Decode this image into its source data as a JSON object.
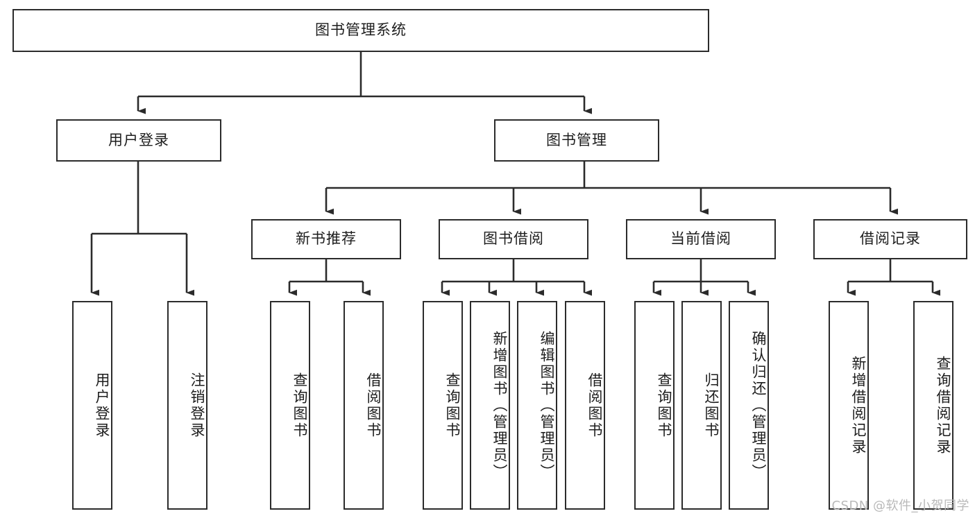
{
  "diagram": {
    "title": "图书管理系统",
    "watermark": "CSDN @软件_小贺同学",
    "colors": {
      "box_border": "#2b2b2b",
      "box_fill": "#ffffff",
      "text": "#1d1d1d",
      "connector": "#2b2b2b",
      "background": "#ffffff",
      "watermark": "#b9b9b9"
    },
    "levels": {
      "root": {
        "label": "图书管理系统"
      },
      "level2": [
        {
          "label": "用户登录"
        },
        {
          "label": "图书管理"
        }
      ],
      "level3": [
        {
          "label": "新书推荐"
        },
        {
          "label": "图书借阅"
        },
        {
          "label": "当前借阅"
        },
        {
          "label": "借阅记录"
        }
      ],
      "leaves": {
        "user_login": [
          {
            "label": "用户登录"
          },
          {
            "label": "注销登录"
          }
        ],
        "new_book_recommend": [
          {
            "label": "查询图书"
          },
          {
            "label": "借阅图书"
          }
        ],
        "book_borrow": [
          {
            "label": "查询图书"
          },
          {
            "label": "新增图书（管理员）"
          },
          {
            "label": "编辑图书（管理员）"
          },
          {
            "label": "借阅图书"
          }
        ],
        "current_borrow": [
          {
            "label": "查询图书"
          },
          {
            "label": "归还图书"
          },
          {
            "label": "确认归还（管理员）"
          }
        ],
        "borrow_record": [
          {
            "label": "新增借阅记录"
          },
          {
            "label": "查询借阅记录"
          }
        ]
      }
    }
  }
}
